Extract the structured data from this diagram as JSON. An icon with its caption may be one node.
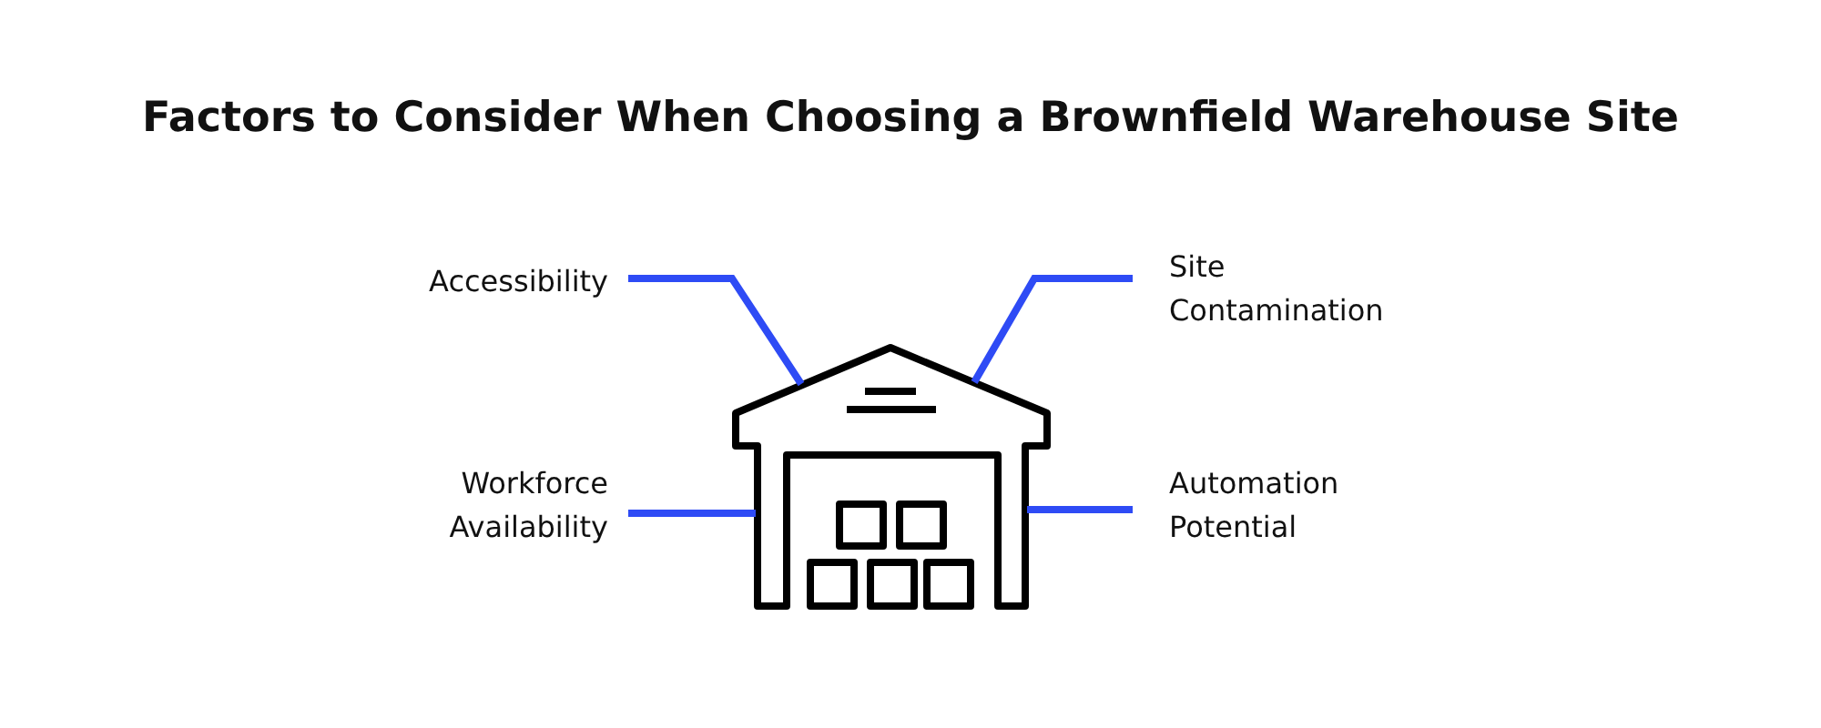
{
  "diagram": {
    "title": "Factors to Consider When Choosing a Brownfield Warehouse Site",
    "nodes": [
      {
        "text": [
          "Accessibility"
        ]
      },
      {
        "text": [
          "Site Contamination"
        ]
      },
      {
        "text": [
          "Workforce Availability"
        ]
      },
      {
        "text": [
          "Automation Potential"
        ]
      },
      {
        "text": [],
        "shape": "picture"
      }
    ],
    "edges": [
      {
        "from": 0,
        "to": 4,
        "arrow": "none"
      },
      {
        "from": 1,
        "to": 4,
        "arrow": "none"
      },
      {
        "from": 2,
        "to": 4,
        "arrow": "none"
      },
      {
        "from": 3,
        "to": 4,
        "arrow": "none"
      }
    ]
  }
}
